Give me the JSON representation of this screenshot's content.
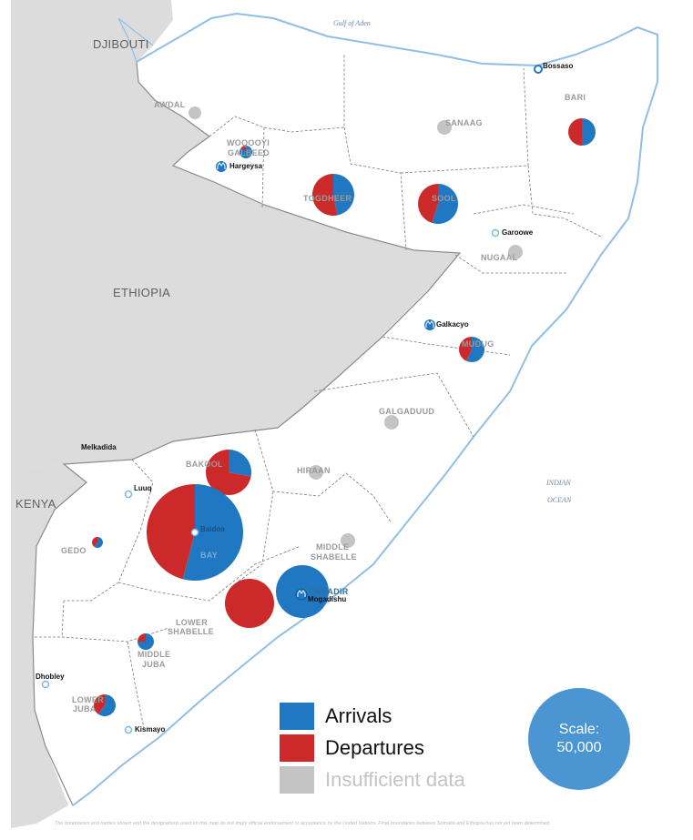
{
  "colors": {
    "arrivals": "#1f78c1",
    "departures": "#cc2a2a",
    "insufficient": "#c4c4c4",
    "land": "#dcdcdc",
    "somalia": "#ffffff",
    "coast": "#8fbfe6"
  },
  "countries": {
    "djibouti": "DJIBOUTI",
    "ethiopia": "ETHIOPIA",
    "kenya": "KENYA"
  },
  "seas": {
    "gulf_of_aden": "Gulf of Aden",
    "indian_ocean_1": "INDIAN",
    "indian_ocean_2": "OCEAN"
  },
  "regions": {
    "awdal": "AWDAL",
    "woqooyi_1": "WOQOOYI",
    "woqooyi_2": "GALBEED",
    "sanaag": "SANAAG",
    "bari": "BARI",
    "togdheer": "TOGDHEER",
    "sool": "SOOL",
    "nugaal": "NUGAAL",
    "mudug": "MUDUG",
    "galgaduud": "GALGADUUD",
    "bakool": "BAKOOL",
    "hiraan": "HIRAAN",
    "gedo": "GEDO",
    "bay": "BAY",
    "middle_shabelle_1": "MIDDLE",
    "middle_shabelle_2": "SHABELLE",
    "banadir": "BANADIR",
    "lower_shabelle_1": "LOWER",
    "lower_shabelle_2": "SHABELLE",
    "middle_juba_1": "MIDDLE",
    "middle_juba_2": "JUBA",
    "lower_juba_1": "LOWER",
    "lower_juba_2": "JUBA"
  },
  "cities": {
    "bossaso": "Bossaso",
    "hargeysa": "Hargeysa",
    "garoowe": "Garoowe",
    "galkacyo": "Galkacyo",
    "melkadida": "Melkadida",
    "luuq": "Luuq",
    "baidoa": "Baidoa",
    "mogadishu": "Mogadishu",
    "dhobley": "Dhobley",
    "kismayo": "Kismayo"
  },
  "flows": [
    {
      "region": "Togdheer",
      "arrivals_share": 0.47,
      "status": "data"
    },
    {
      "region": "Sool",
      "arrivals_share": 0.55,
      "status": "data"
    },
    {
      "region": "Bari",
      "arrivals_share": 0.5,
      "status": "data"
    },
    {
      "region": "Woqooyi Galbeed",
      "arrivals_share": 0.85,
      "status": "data"
    },
    {
      "region": "Mudug",
      "arrivals_share": 0.57,
      "status": "data"
    },
    {
      "region": "Bakool",
      "arrivals_share": 0.28,
      "status": "data"
    },
    {
      "region": "Bay",
      "arrivals_share": 0.54,
      "status": "data"
    },
    {
      "region": "Gedo",
      "arrivals_share": 0.6,
      "status": "data"
    },
    {
      "region": "Middle Juba",
      "arrivals_share": 0.75,
      "status": "data"
    },
    {
      "region": "Lower Juba",
      "arrivals_share": 0.6,
      "status": "data"
    },
    {
      "region": "Banadir",
      "arrivals_share": 1.0,
      "status": "data"
    },
    {
      "region": "Lower Shabelle",
      "arrivals_share": 0.0,
      "status": "data"
    },
    {
      "region": "Awdal",
      "arrivals_share": null,
      "status": "insufficient"
    },
    {
      "region": "Sanaag",
      "arrivals_share": null,
      "status": "insufficient"
    },
    {
      "region": "Nugaal",
      "arrivals_share": null,
      "status": "insufficient"
    },
    {
      "region": "Galgaduud",
      "arrivals_share": null,
      "status": "insufficient"
    },
    {
      "region": "Hiraan",
      "arrivals_share": null,
      "status": "insufficient"
    },
    {
      "region": "Middle Shabelle",
      "arrivals_share": null,
      "status": "insufficient"
    }
  ],
  "legend": {
    "arrivals": "Arrivals",
    "departures": "Departures",
    "insufficient": "Insufficient data"
  },
  "scale": {
    "label": "Scale:",
    "value": "50,000"
  },
  "disclaimer": "The boundaries and names shown and the designations used on this map do not imply official endorsement or acceptance by the United Nations. Final boundaries between Somalia and Ethiopia has not yet been determined."
}
